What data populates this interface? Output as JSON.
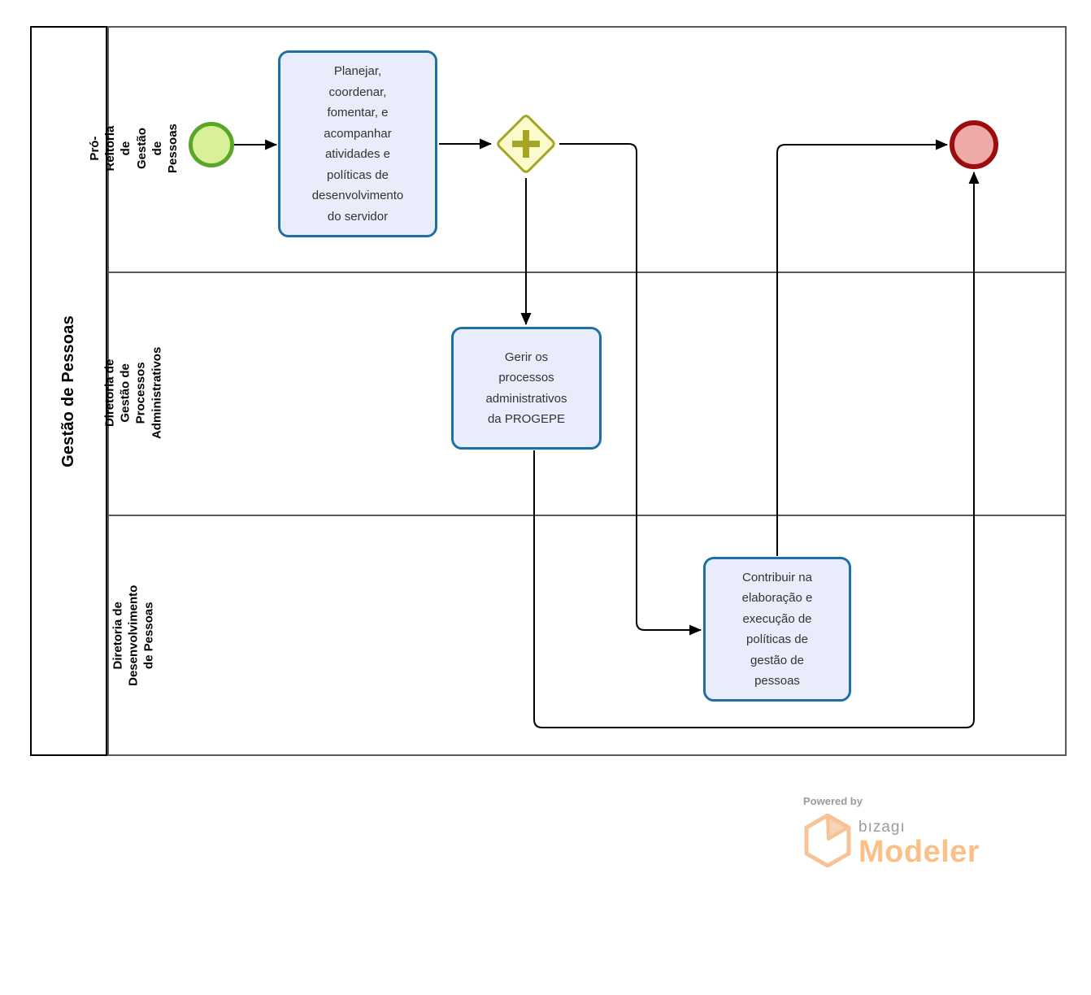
{
  "diagram": {
    "pool_label": "Gestão de Pessoas",
    "lanes": [
      {
        "label": "Pró-Reitoria de Gestão de Pessoas"
      },
      {
        "label": "Diretoria de Gestão de Processos Administrativos"
      },
      {
        "label": "Diretoria de Desenvolvimento de Pessoas"
      }
    ],
    "tasks": [
      {
        "id": "task-planejar",
        "lane": 0,
        "label": "Planejar, coordenar, fomentar, e acompanhar atividades e políticas de desenvolvimento do servidor"
      },
      {
        "id": "task-gerir",
        "lane": 1,
        "label": "Gerir os processos administrativos da PROGEPE"
      },
      {
        "id": "task-contribuir",
        "lane": 2,
        "label": "Contribuir na elaboração e execução de políticas de gestão de pessoas"
      }
    ],
    "events": [
      {
        "id": "start-event",
        "type": "start",
        "lane": 0
      },
      {
        "id": "end-event",
        "type": "end",
        "lane": 0
      }
    ],
    "gateways": [
      {
        "id": "parallel-gateway",
        "type": "parallel",
        "lane": 0
      }
    ],
    "flows": [
      {
        "from": "start-event",
        "to": "task-planejar"
      },
      {
        "from": "task-planejar",
        "to": "parallel-gateway"
      },
      {
        "from": "parallel-gateway",
        "to": "task-gerir"
      },
      {
        "from": "parallel-gateway",
        "to": "task-contribuir"
      },
      {
        "from": "task-gerir",
        "to": "end-event"
      },
      {
        "from": "task-contribuir",
        "to": "end-event"
      }
    ],
    "colors": {
      "task_border": "#1d6fa5",
      "task_fill": "#e9edfb",
      "start_border": "#5aa628",
      "start_fill": "#d8f199",
      "end_border": "#9e0d0d",
      "end_fill": "#efa9a9",
      "gateway_border": "#a4a623",
      "gateway_fill": "#fafacd",
      "lane_border": "#595959",
      "pool_border": "#000000",
      "connector": "#000000"
    }
  },
  "branding": {
    "powered_by": "Powered by",
    "brand_name": "bızagı",
    "product_name": "Modeler",
    "brand_orange": "#f9c08a",
    "brand_gray": "#9b9b9b"
  }
}
